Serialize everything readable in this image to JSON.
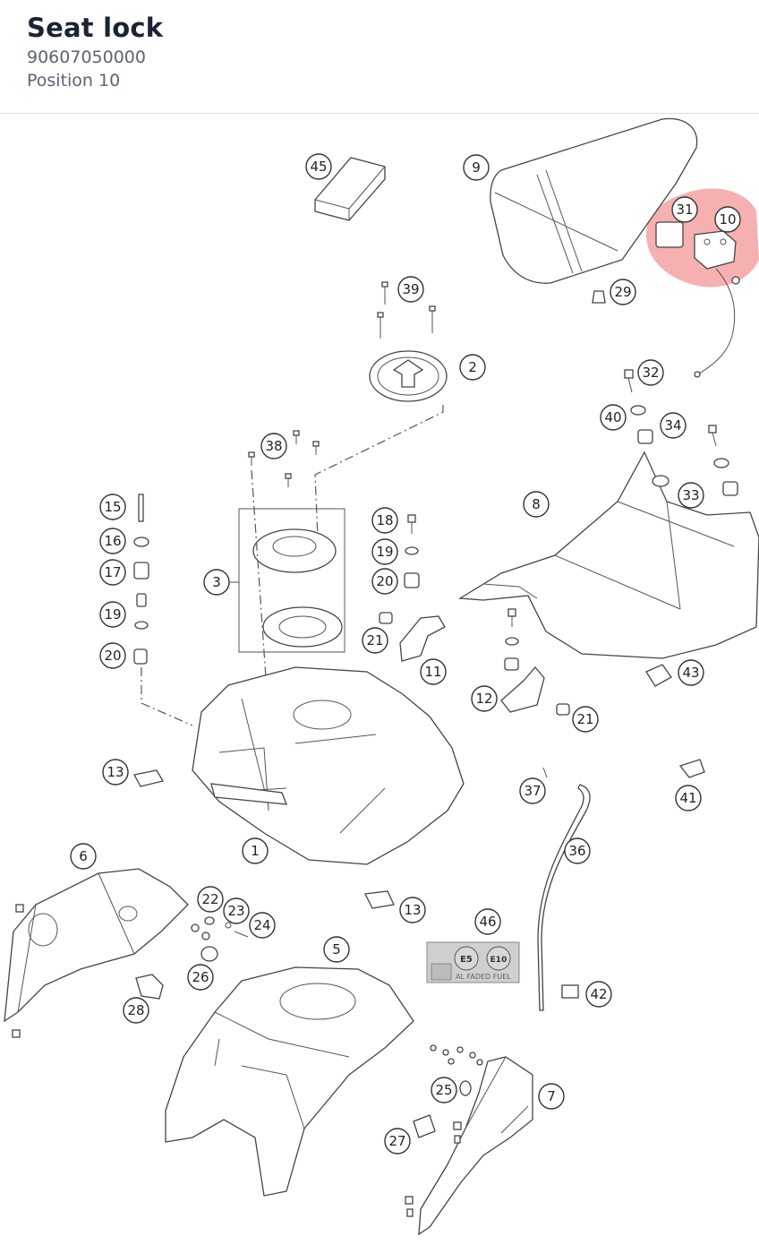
{
  "header": {
    "title": "Seat lock",
    "part_number": "90607050000",
    "position": "Position 10"
  },
  "highlight": {
    "color": "#f07070",
    "position_number": "10"
  },
  "callouts": {
    "c1": "1",
    "c2": "2",
    "c3": "3",
    "c5": "5",
    "c6": "6",
    "c7": "7",
    "c8": "8",
    "c9": "9",
    "c10": "10",
    "c11": "11",
    "c12": "12",
    "c13a": "13",
    "c13b": "13",
    "c15": "15",
    "c16": "16",
    "c17": "17",
    "c18": "18",
    "c19a": "19",
    "c19b": "19",
    "c20a": "20",
    "c20b": "20",
    "c21a": "21",
    "c21b": "21",
    "c22": "22",
    "c23": "23",
    "c24": "24",
    "c25": "25",
    "c26": "26",
    "c27": "27",
    "c28": "28",
    "c29": "29",
    "c31": "31",
    "c32": "32",
    "c33": "33",
    "c34": "34",
    "c36": "36",
    "c37": "37",
    "c38": "38",
    "c39": "39",
    "c40": "40",
    "c41": "41",
    "c42": "42",
    "c43": "43",
    "c45": "45",
    "c46": "46"
  },
  "fuel_label": {
    "e5": "E5",
    "e10": "E10",
    "text": "AL FADED FUEL"
  }
}
